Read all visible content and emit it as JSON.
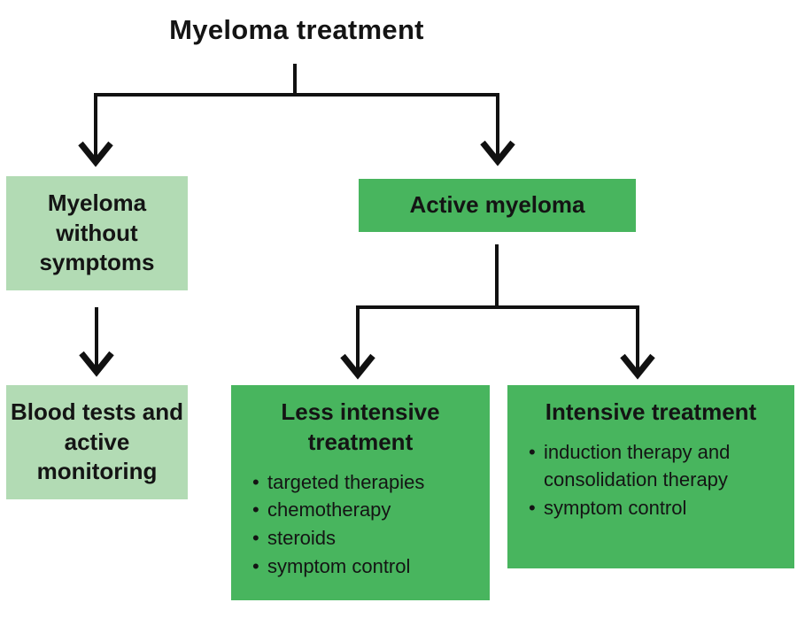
{
  "title": "Myeloma treatment",
  "colors": {
    "light_green": "#b2dbb4",
    "green": "#48b55e",
    "line": "#111111",
    "text": "#141414",
    "background": "#ffffff"
  },
  "boxes": {
    "without_symptoms": {
      "label": "Myeloma without symptoms"
    },
    "active": {
      "label": "Active myeloma"
    },
    "blood_tests": {
      "label": "Blood tests and active monitoring"
    },
    "less_intensive": {
      "title": "Less intensive treatment",
      "items": [
        "targeted therapies",
        "chemotherapy",
        "steroids",
        "symptom control"
      ]
    },
    "intensive": {
      "title": "Intensive treatment",
      "items": [
        "induction therapy and consolidation therapy",
        "symptom control"
      ]
    }
  }
}
